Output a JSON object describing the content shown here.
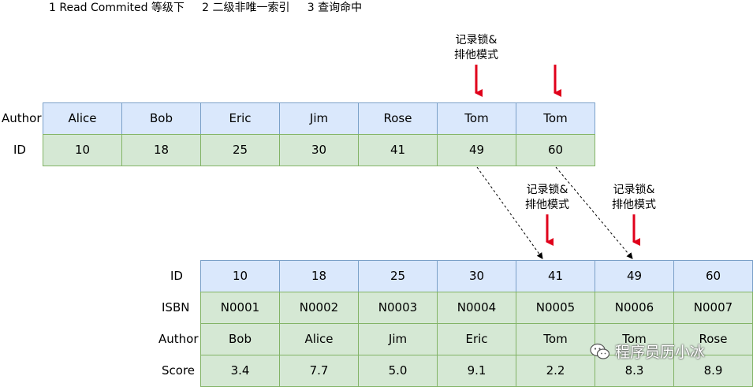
{
  "caption": "1 Read Commited 等级下     2 二级非唯一索引     3 查询命中",
  "top_table": {
    "labels": {
      "author": "Author",
      "id": "ID"
    },
    "authors": [
      "Alice",
      "Bob",
      "Eric",
      "Jim",
      "Rose",
      "Tom",
      "Tom"
    ],
    "ids": [
      "10",
      "18",
      "25",
      "30",
      "41",
      "49",
      "60"
    ]
  },
  "bottom_table": {
    "labels": {
      "id": "ID",
      "isbn": "ISBN",
      "author": "Author",
      "score": "Score"
    },
    "ids": [
      "10",
      "18",
      "25",
      "30",
      "41",
      "49",
      "60"
    ],
    "isbns": [
      "N0001",
      "N0002",
      "N0003",
      "N0004",
      "N0005",
      "N0006",
      "N0007"
    ],
    "authors": [
      "Bob",
      "Alice",
      "Jim",
      "Eric",
      "Tom",
      "Tom",
      "Rose"
    ],
    "scores": [
      "3.4",
      "7.7",
      "5.0",
      "9.1",
      "2.2",
      "8.3",
      "8.9"
    ]
  },
  "lock_note": {
    "line1": "记录锁&",
    "line2": "排他模式"
  },
  "watermark": "程序员历小冰",
  "colors": {
    "blue_fill": "#dae8fc",
    "green_fill": "#d5e8d4",
    "arrow": "#e0001b"
  }
}
